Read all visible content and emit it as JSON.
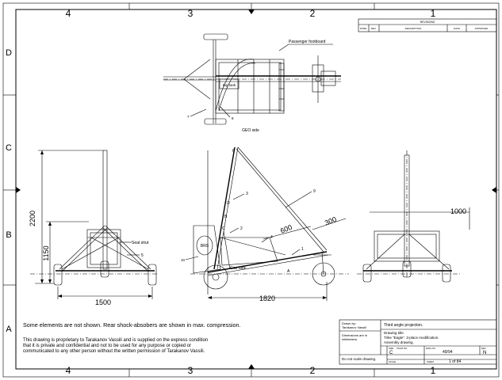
{
  "grid": {
    "columns": [
      "4",
      "3",
      "2",
      "1"
    ],
    "rows": [
      "D",
      "C",
      "B",
      "A"
    ]
  },
  "revisions": {
    "title": "REVISIONS",
    "headers": [
      "ZONE",
      "REV",
      "DESCRIPTION",
      "DATE",
      "APPROVED"
    ]
  },
  "top_view": {
    "callout_passenger": "Passenger footboard",
    "label_tank": "Big tank",
    "label_8": "8",
    "label_7": "7",
    "view_caption": "GEO side"
  },
  "front_view": {
    "dim_height": "2200",
    "dim_seat": "1150",
    "dim_width": "1500",
    "callout_seat_strut": "Seat strut",
    "label_5": "5"
  },
  "side_view": {
    "label_brs": "BRS",
    "label_gas_tank": "Gas tank",
    "label_10": "10",
    "label_a": "A",
    "label_b": "B",
    "label_c": "C",
    "label_d": "D",
    "label_1": "1",
    "label_2": "2",
    "label_3": "3",
    "label_4": "4",
    "label_6": "6",
    "label_9": "9",
    "dim_600": "600",
    "dim_300": "300",
    "dim_1820": "1820"
  },
  "rear_view": {
    "dim_1000": "1000"
  },
  "notes": {
    "note_1": "Some elements are not shown. Rear shock-absobers are shown in max. compression.",
    "note_2_line1": "This drawing is proprietary to Tarakanov Vassili and is supplied on the express condition",
    "note_2_line2": "that it is private and confidential and not to be used for any purpose or copied or",
    "note_2_line3": "communicated to any other person without the written permission of Tarakanov Vassili."
  },
  "title_block": {
    "drawn_by_label": "Drawn by:",
    "drawn_by_name": "Tarakanov Vassili",
    "dims_note_1": "Dimensions are in",
    "dims_note_2": "millimeters.",
    "projection": "Third angle projection.",
    "title_label": "Drawing title",
    "title_1": "Trike \"Eagle\". 3-place modification.",
    "title_2": "Assembly drawing.",
    "size_label": "SIZE",
    "size_value": "C",
    "fscm_label": "FSCM NO.",
    "dwg_label": "DWG NO.",
    "dwg_value": "49/94",
    "rev_label": "REV",
    "rev_value": "N",
    "do_not_scale": "Do not scale drawing.",
    "scale_label": "SCALE",
    "sheet_label": "SHEET",
    "sheet_value": "1 of 84"
  }
}
